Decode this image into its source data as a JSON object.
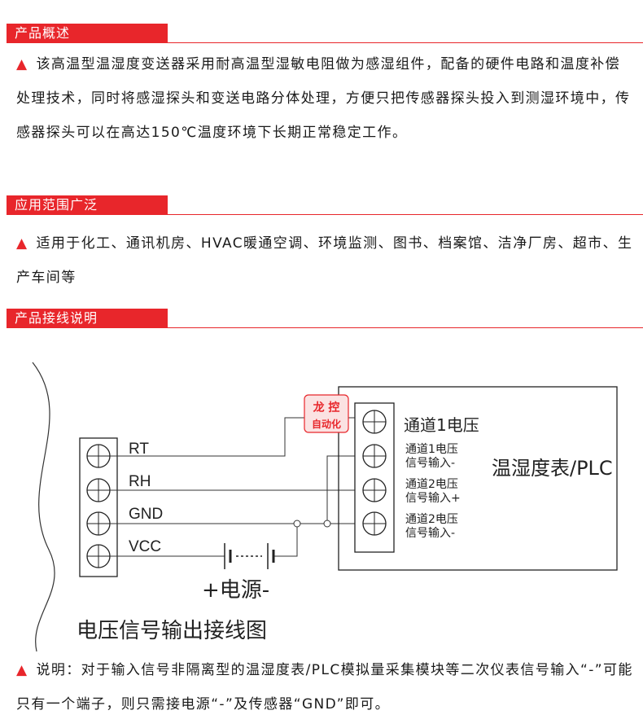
{
  "sections": [
    {
      "title": "产品概述",
      "paragraph": "该高温型温湿度变送器采用耐高温型湿敏电阻做为感湿组件，配备的硬件电路和温度补偿处理技术，同时将感湿探头和变送电路分体处理，方便只把传感器探头投入到测湿环境中，传感器探头可以在高达150℃温度环境下长期正常稳定工作。"
    },
    {
      "title": "应用范围广泛",
      "paragraph": "适用于化工、通讯机房、HVAC暖通空调、环境监测、图书、档案馆、洁净厂房、超市、生产车间等"
    },
    {
      "title": "产品接线说明"
    }
  ],
  "bullet_symbol": "▲",
  "diagram": {
    "sensor_terminals": [
      "RT",
      "RH",
      "GND",
      "VCC"
    ],
    "channels": [
      {
        "line1": "通道1电压",
        "line2": ""
      },
      {
        "line1": "通道1电压",
        "line2": "信号输入-"
      },
      {
        "line1": "通道2电压",
        "line2": "信号输入+"
      },
      {
        "line1": "通道2电压",
        "line2": "信号输入-"
      }
    ],
    "device_label": "温湿度表/PLC",
    "power_label": "+电源-",
    "caption": "电压信号输出接线图",
    "watermark_line1": "龙 控",
    "watermark_line2": "自动化"
  },
  "note": "说明：对于输入信号非隔离型的温湿度表/PLC模拟量采集模块等二次仪表信号输入“-”可能只有一个端子，则只需接电源“-”及传感器“GND”即可。",
  "colors": {
    "accent": "#e8262b",
    "text": "#1a1a1a",
    "watermark": "#e8262b"
  }
}
